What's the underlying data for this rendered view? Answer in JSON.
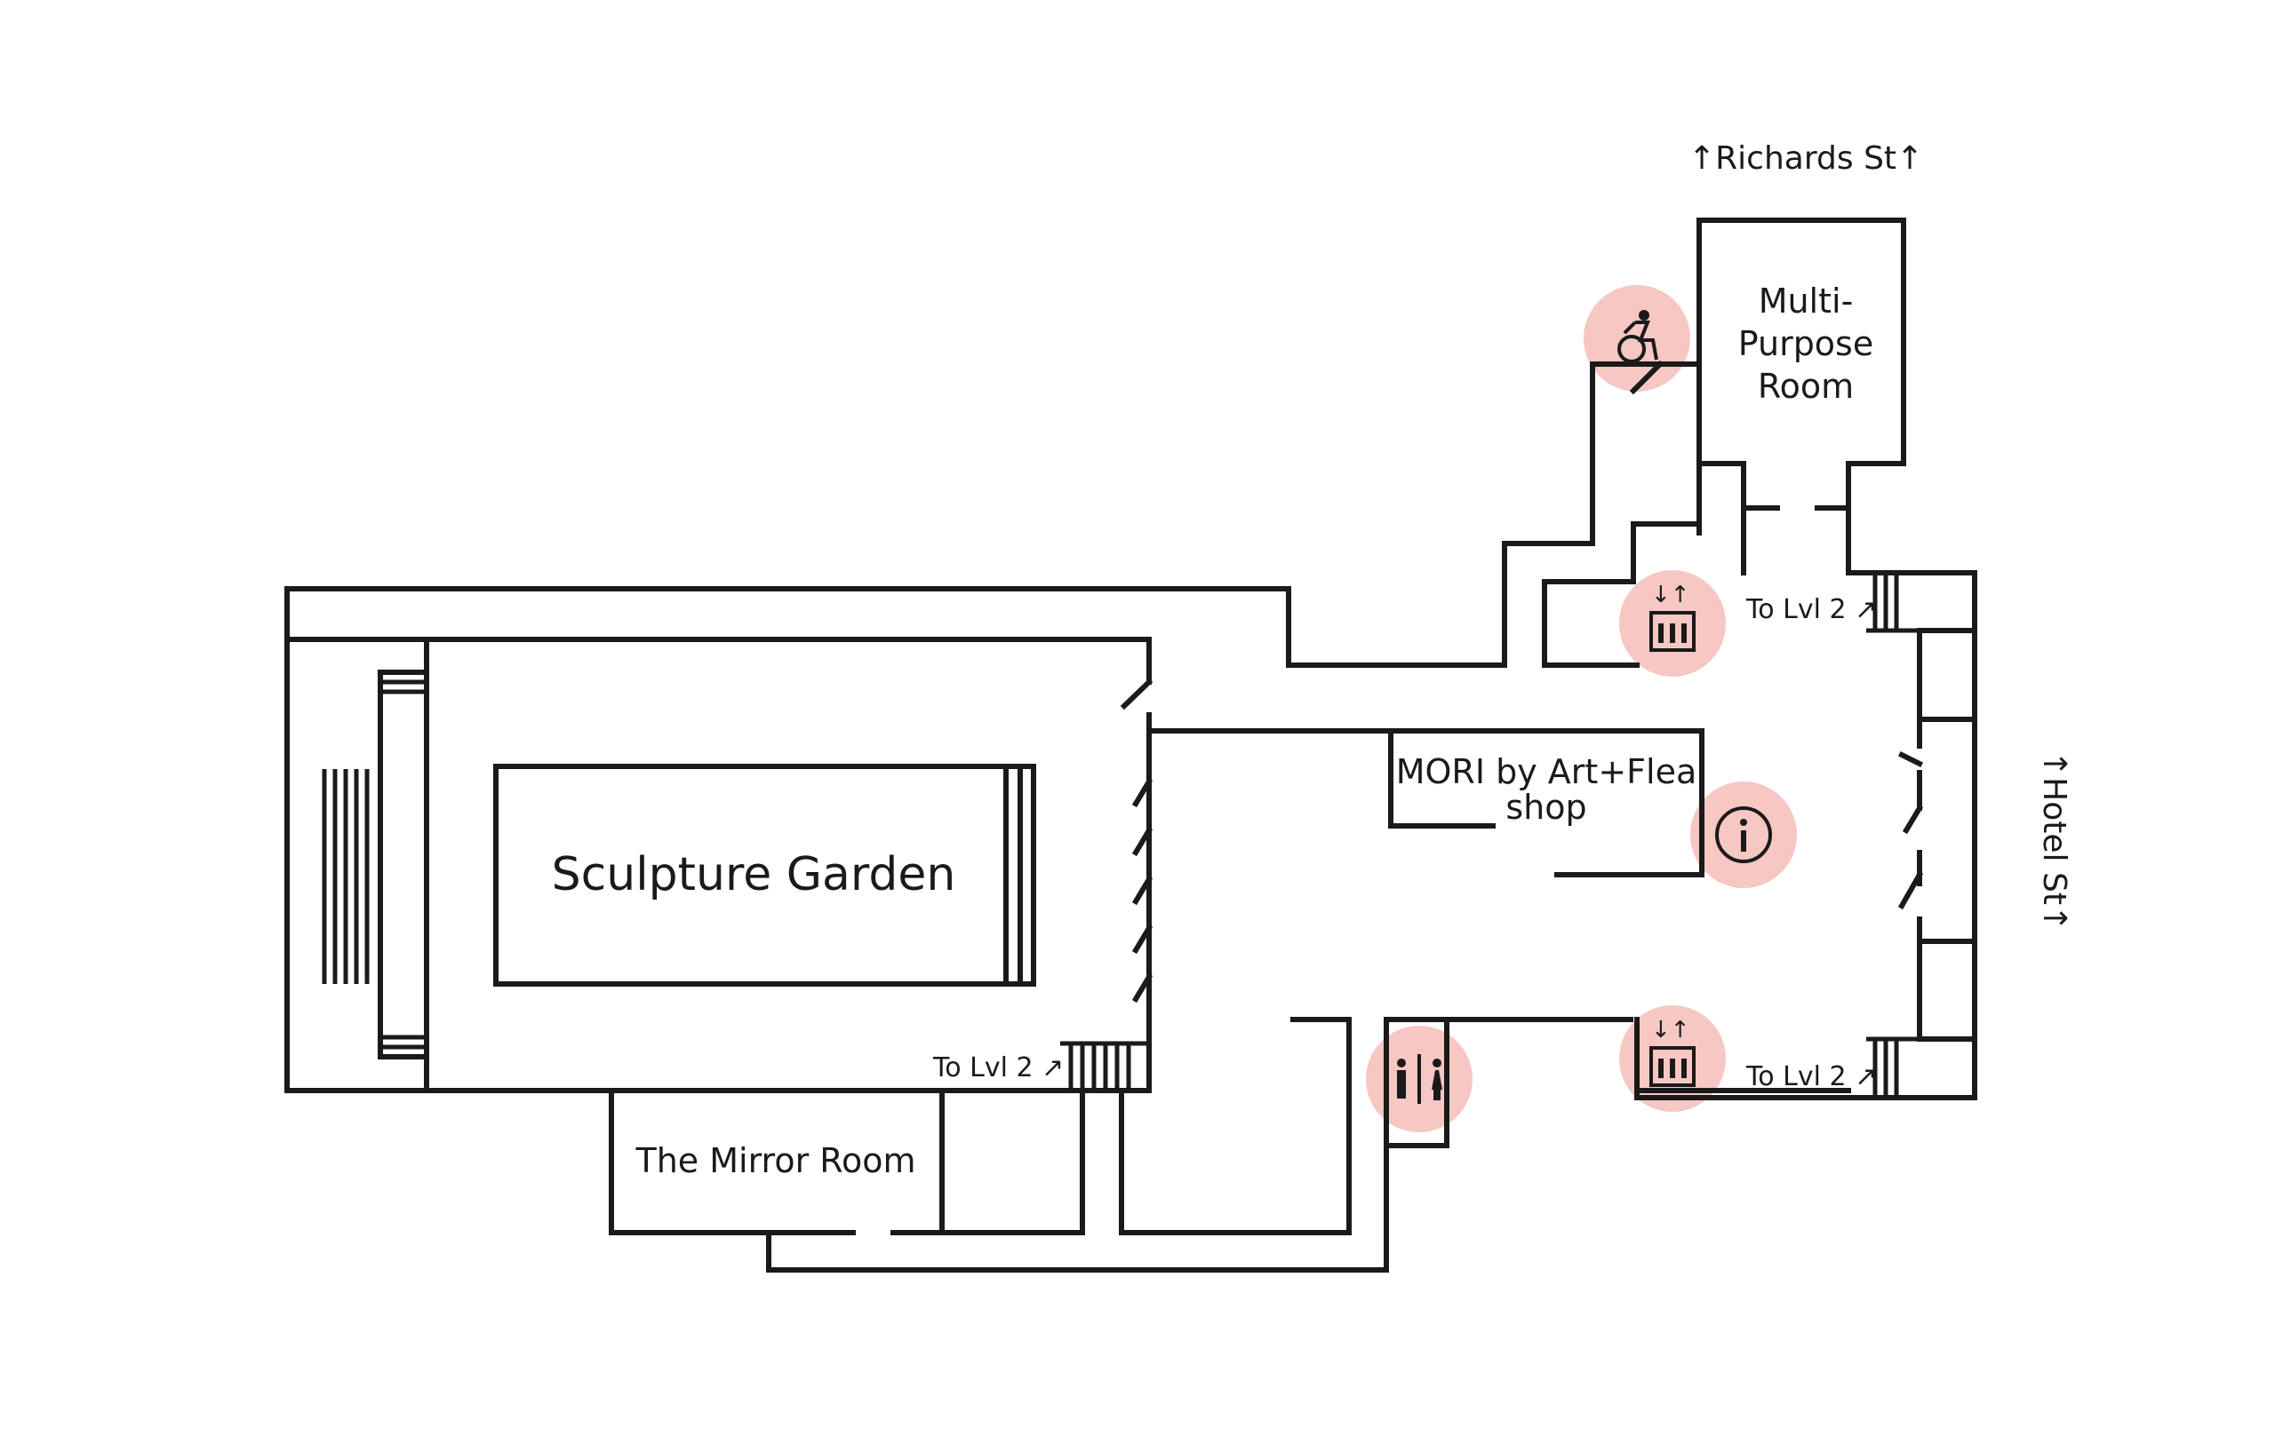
{
  "streets": {
    "richards": "↑Richards St↑",
    "hotel": "↑Hotel St↑"
  },
  "rooms": {
    "sculpture_garden": "Sculpture Garden",
    "mirror_room": "The Mirror Room",
    "multi_purpose": [
      "Multi-",
      "Purpose",
      "Room"
    ],
    "shop": [
      "MORI by Art+Flea",
      "shop"
    ]
  },
  "stairs": {
    "top_right": "To Lvl 2 ↗",
    "bottom_right": "To Lvl 2 ↗",
    "bottom_left": "To Lvl 2 ↗"
  },
  "icons": {
    "accessible": "accessible-entrance-icon",
    "elevator_top": "elevator-icon",
    "elevator_bottom": "elevator-icon",
    "info": "information-icon",
    "restroom": "restroom-icon"
  },
  "colors": {
    "walls": "#1a1a1a",
    "icon_highlight": "#f6c7c3",
    "background": "#ffffff"
  }
}
